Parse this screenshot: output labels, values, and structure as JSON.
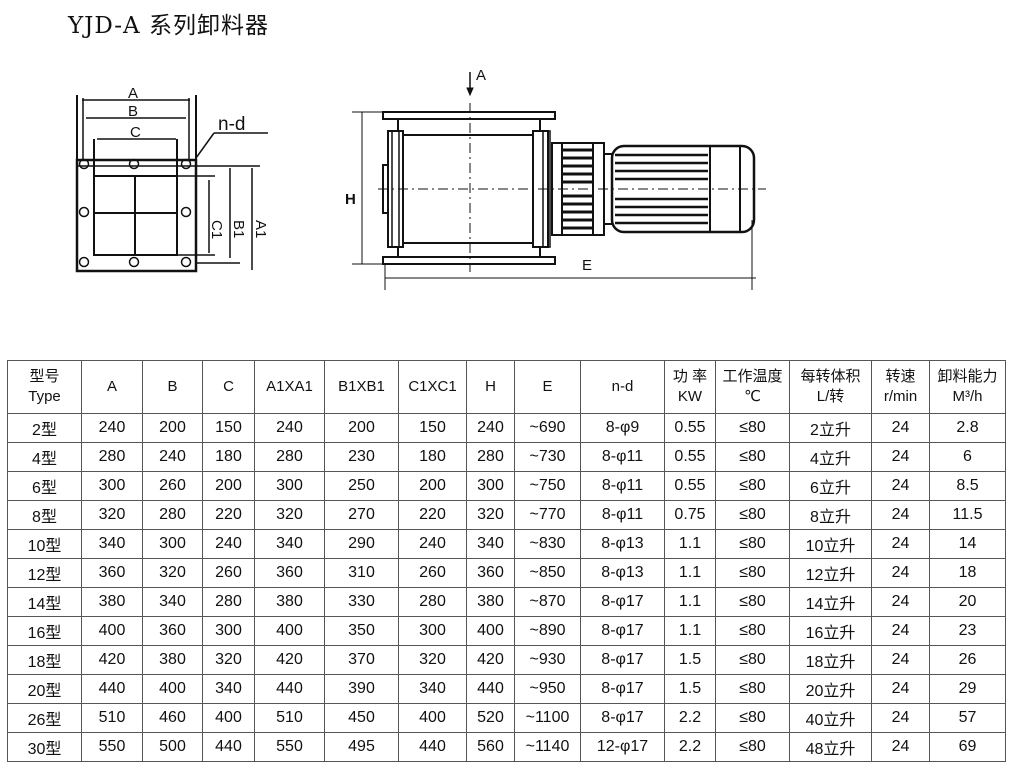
{
  "title": "YJD-A 系列卸料器",
  "drawing": {
    "front_view": {
      "labels": {
        "A": "A",
        "B": "B",
        "C": "C",
        "nd": "n-d",
        "A1": "A1",
        "B1": "B1",
        "C1": "C1"
      }
    },
    "side_view": {
      "labels": {
        "arrow_A": "A",
        "H": "H",
        "E": "E"
      }
    }
  },
  "table": {
    "headers": [
      {
        "line1": "型号",
        "line2": "Type"
      },
      {
        "line1": "A",
        "line2": ""
      },
      {
        "line1": "B",
        "line2": ""
      },
      {
        "line1": "C",
        "line2": ""
      },
      {
        "line1": "A1XA1",
        "line2": ""
      },
      {
        "line1": "B1XB1",
        "line2": ""
      },
      {
        "line1": "C1XC1",
        "line2": ""
      },
      {
        "line1": "H",
        "line2": ""
      },
      {
        "line1": "E",
        "line2": ""
      },
      {
        "line1": "n-d",
        "line2": ""
      },
      {
        "line1": "功 率",
        "line2": "KW"
      },
      {
        "line1": "工作温度",
        "line2": "℃"
      },
      {
        "line1": "每转体积",
        "line2": "L/转"
      },
      {
        "line1": "转速",
        "line2": "r/min"
      },
      {
        "line1": "卸料能力",
        "line2": "M³/h"
      }
    ],
    "rows": [
      [
        "2型",
        "240",
        "200",
        "150",
        "240",
        "200",
        "150",
        "240",
        "~690",
        "8-φ9",
        "0.55",
        "≤80",
        "2立升",
        "24",
        "2.8"
      ],
      [
        "4型",
        "280",
        "240",
        "180",
        "280",
        "230",
        "180",
        "280",
        "~730",
        "8-φ11",
        "0.55",
        "≤80",
        "4立升",
        "24",
        "6"
      ],
      [
        "6型",
        "300",
        "260",
        "200",
        "300",
        "250",
        "200",
        "300",
        "~750",
        "8-φ11",
        "0.55",
        "≤80",
        "6立升",
        "24",
        "8.5"
      ],
      [
        "8型",
        "320",
        "280",
        "220",
        "320",
        "270",
        "220",
        "320",
        "~770",
        "8-φ11",
        "0.75",
        "≤80",
        "8立升",
        "24",
        "11.5"
      ],
      [
        "10型",
        "340",
        "300",
        "240",
        "340",
        "290",
        "240",
        "340",
        "~830",
        "8-φ13",
        "1.1",
        "≤80",
        "10立升",
        "24",
        "14"
      ],
      [
        "12型",
        "360",
        "320",
        "260",
        "360",
        "310",
        "260",
        "360",
        "~850",
        "8-φ13",
        "1.1",
        "≤80",
        "12立升",
        "24",
        "18"
      ],
      [
        "14型",
        "380",
        "340",
        "280",
        "380",
        "330",
        "280",
        "380",
        "~870",
        "8-φ17",
        "1.1",
        "≤80",
        "14立升",
        "24",
        "20"
      ],
      [
        "16型",
        "400",
        "360",
        "300",
        "400",
        "350",
        "300",
        "400",
        "~890",
        "8-φ17",
        "1.1",
        "≤80",
        "16立升",
        "24",
        "23"
      ],
      [
        "18型",
        "420",
        "380",
        "320",
        "420",
        "370",
        "320",
        "420",
        "~930",
        "8-φ17",
        "1.5",
        "≤80",
        "18立升",
        "24",
        "26"
      ],
      [
        "20型",
        "440",
        "400",
        "340",
        "440",
        "390",
        "340",
        "440",
        "~950",
        "8-φ17",
        "1.5",
        "≤80",
        "20立升",
        "24",
        "29"
      ],
      [
        "26型",
        "510",
        "460",
        "400",
        "510",
        "450",
        "400",
        "520",
        "~1100",
        "8-φ17",
        "2.2",
        "≤80",
        "40立升",
        "24",
        "57"
      ],
      [
        "30型",
        "550",
        "500",
        "440",
        "550",
        "495",
        "440",
        "560",
        "~1140",
        "12-φ17",
        "2.2",
        "≤80",
        "48立升",
        "24",
        "69"
      ]
    ]
  }
}
